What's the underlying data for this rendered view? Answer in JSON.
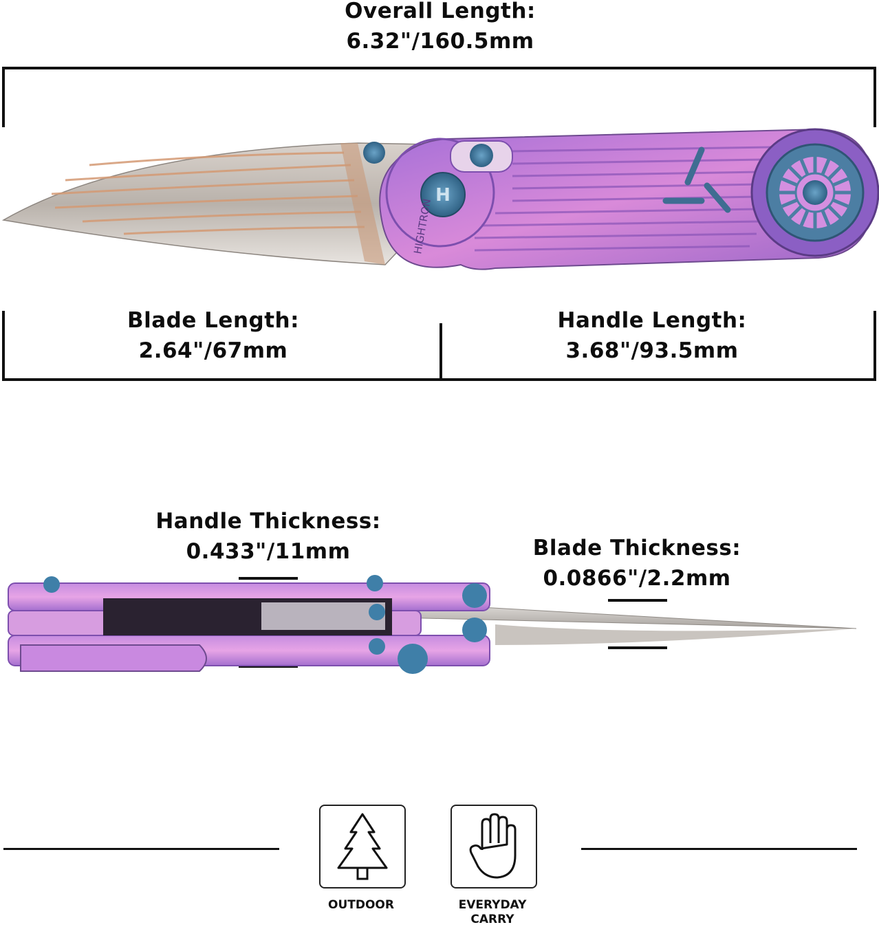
{
  "specs": {
    "overall_length": {
      "label": "Overall Length:",
      "value": "6.32\"/160.5mm"
    },
    "blade_length": {
      "label": "Blade Length:",
      "value": "2.64\"/67mm"
    },
    "handle_length": {
      "label": "Handle Length:",
      "value": "3.68\"/93.5mm"
    },
    "handle_thickness": {
      "label": "Handle Thickness:",
      "value": "0.433\"/11mm"
    },
    "blade_thickness": {
      "label": "Blade Thickness:",
      "value": "0.0866\"/2.2mm"
    }
  },
  "knife": {
    "brand_mark": "HIGHTRON",
    "handle_color": "#c879d6",
    "accent_color": "#3f7fa8"
  },
  "features": [
    {
      "icon": "tree-icon",
      "label": "OUTDOOR"
    },
    {
      "icon": "hand-icon",
      "label_line1": "EVERYDAY",
      "label_line2": "CARRY"
    }
  ]
}
